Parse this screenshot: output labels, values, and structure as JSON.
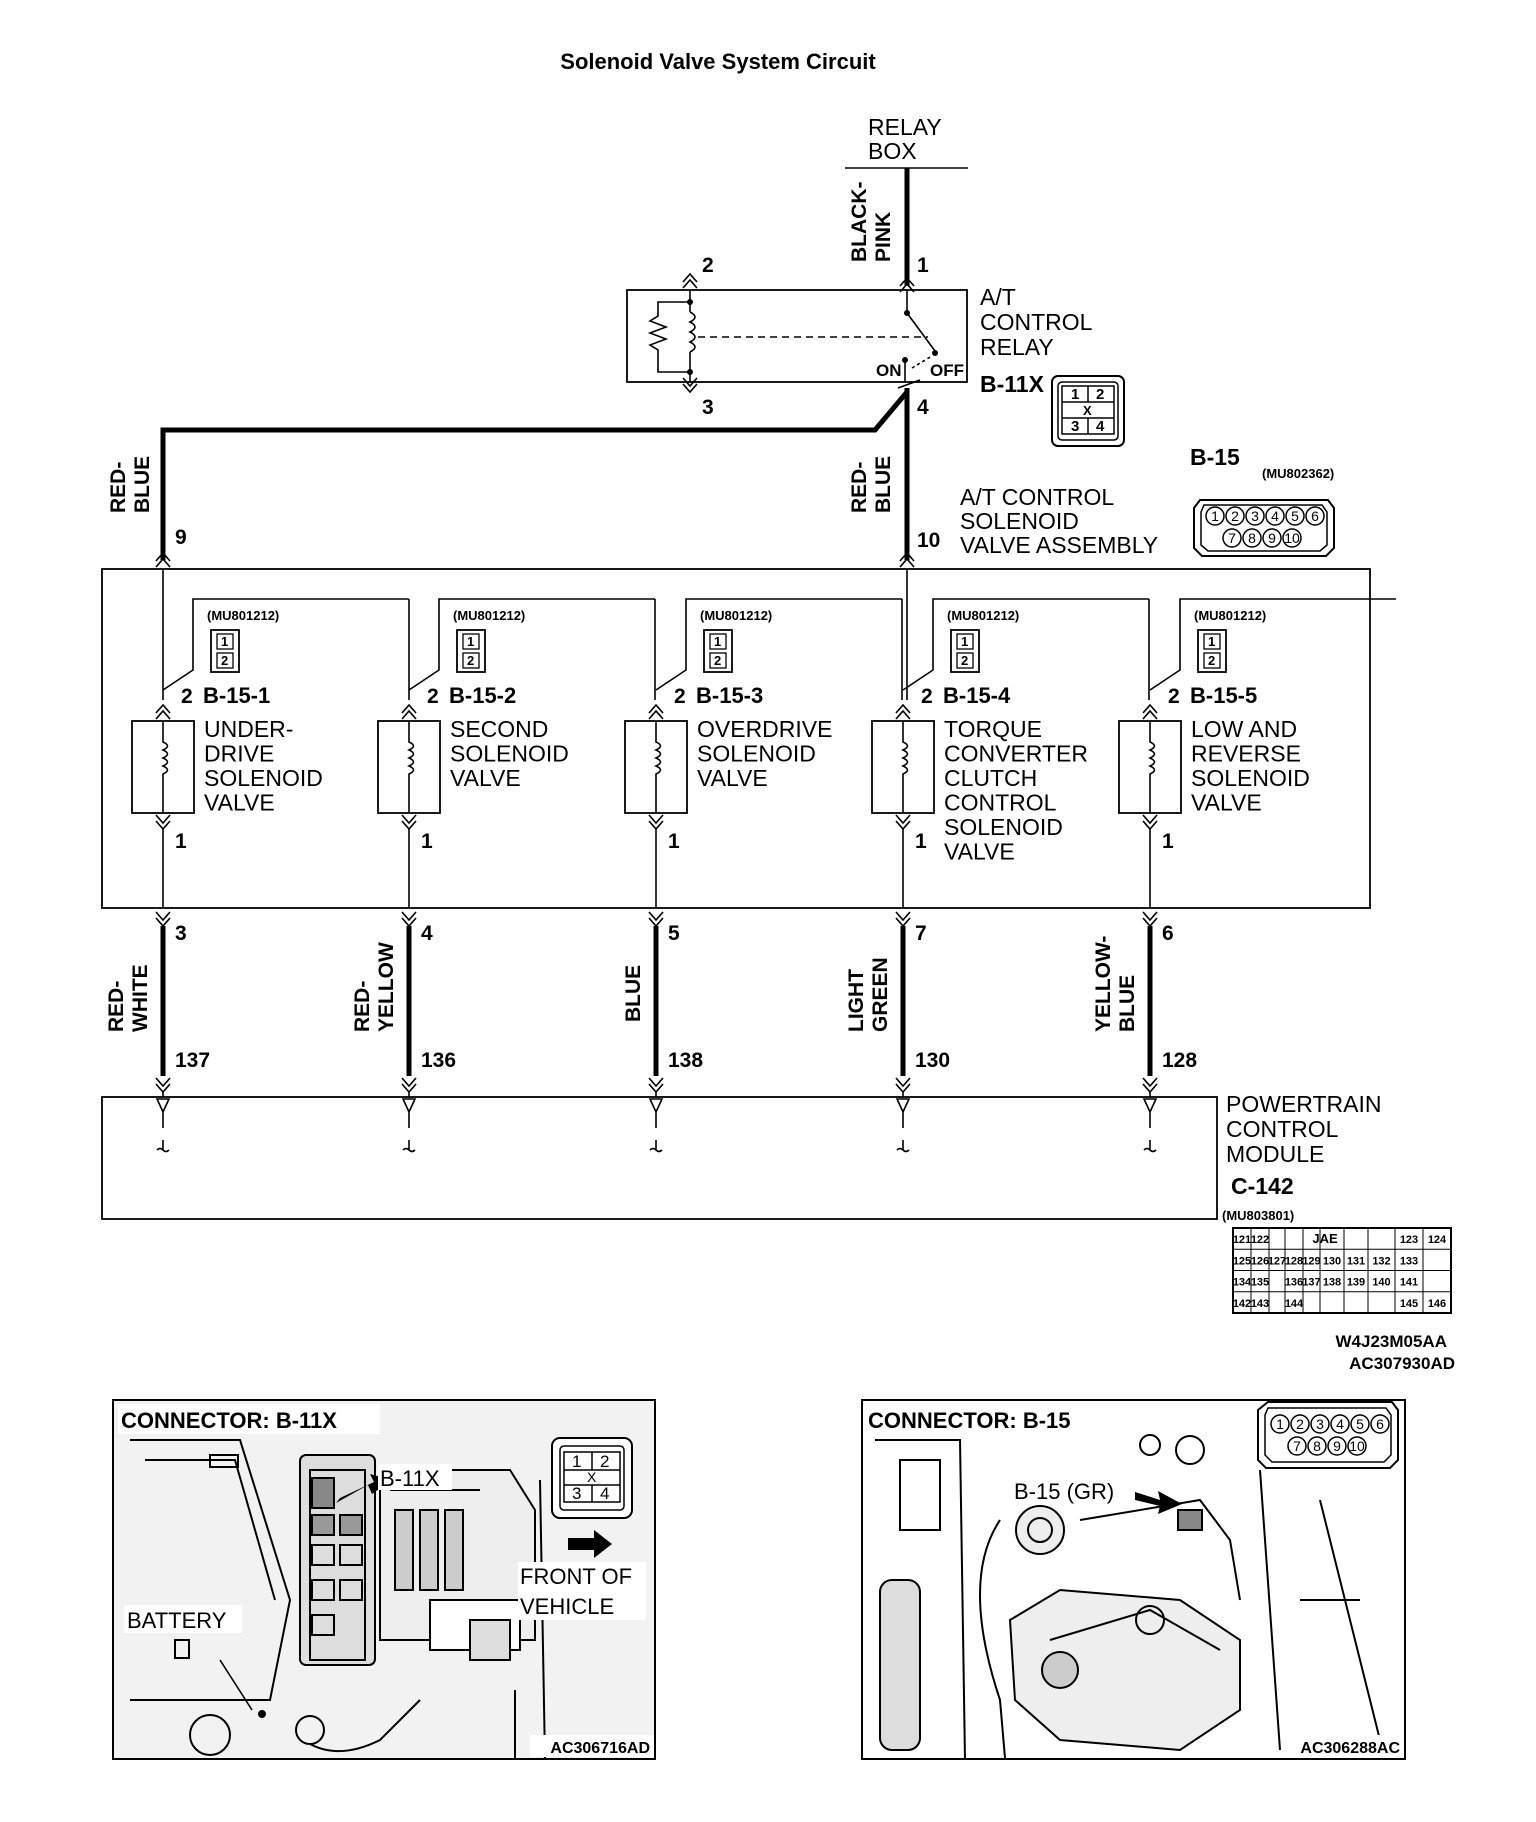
{
  "title": "Solenoid Valve System Circuit",
  "relay_box": {
    "line1": "RELAY",
    "line2": "BOX"
  },
  "relay": {
    "label_lines": [
      "A/T",
      "CONTROL",
      "RELAY"
    ],
    "connector": "B-11X",
    "pins": {
      "p1": "1",
      "p2": "2",
      "p3": "3",
      "p4": "4"
    },
    "switch_on": "ON",
    "switch_off": "OFF",
    "connector_cells": [
      "1",
      "2",
      "X",
      "3",
      "4"
    ]
  },
  "wires_top": [
    {
      "color_line1": "BLACK-",
      "color_line2": "PINK"
    },
    {
      "color_line1": "RED-",
      "color_line2": "BLUE",
      "pin": "9"
    },
    {
      "color_line1": "RED-",
      "color_line2": "BLUE",
      "pin": "10"
    }
  ],
  "solenoid_assembly": {
    "label_lines": [
      "A/T CONTROL",
      "SOLENOID",
      "VALVE ASSEMBLY"
    ],
    "connector": "B-15",
    "part_no": "(MU802362)",
    "pins_row1": [
      "1",
      "2",
      "3",
      "4",
      "5",
      "6"
    ],
    "pins_row2": [
      "7",
      "8",
      "9",
      "10"
    ]
  },
  "solenoids": [
    {
      "part_no": "(MU801212)",
      "pin2": "2",
      "connector": "B-15-1",
      "pin1": "1",
      "label_lines": [
        "UNDER-",
        "DRIVE",
        "SOLENOID",
        "VALVE"
      ],
      "out_pin": "3",
      "wire_color1": "RED-",
      "wire_color2": "WHITE",
      "pcm_pin": "137",
      "mini_pins": [
        "1",
        "2"
      ]
    },
    {
      "part_no": "(MU801212)",
      "pin2": "2",
      "connector": "B-15-2",
      "pin1": "1",
      "label_lines": [
        "SECOND",
        "SOLENOID",
        "VALVE"
      ],
      "out_pin": "4",
      "wire_color1": "RED-",
      "wire_color2": "YELLOW",
      "pcm_pin": "136",
      "mini_pins": [
        "1",
        "2"
      ]
    },
    {
      "part_no": "(MU801212)",
      "pin2": "2",
      "connector": "B-15-3",
      "pin1": "1",
      "label_lines": [
        "OVERDRIVE",
        "SOLENOID",
        "VALVE"
      ],
      "out_pin": "5",
      "wire_color1": "BLUE",
      "wire_color2": "",
      "pcm_pin": "138",
      "mini_pins": [
        "1",
        "2"
      ]
    },
    {
      "part_no": "(MU801212)",
      "pin2": "2",
      "connector": "B-15-4",
      "pin1": "1",
      "label_lines": [
        "TORQUE",
        "CONVERTER",
        "CLUTCH",
        "CONTROL",
        "SOLENOID",
        "VALVE"
      ],
      "out_pin": "7",
      "wire_color1": "LIGHT",
      "wire_color2": "GREEN",
      "pcm_pin": "130",
      "mini_pins": [
        "1",
        "2"
      ]
    },
    {
      "part_no": "(MU801212)",
      "pin2": "2",
      "connector": "B-15-5",
      "pin1": "1",
      "label_lines": [
        "LOW AND",
        "REVERSE",
        "SOLENOID",
        "VALVE"
      ],
      "out_pin": "6",
      "wire_color1": "YELLOW-",
      "wire_color2": "BLUE",
      "pcm_pin": "128",
      "mini_pins": [
        "1",
        "2"
      ]
    }
  ],
  "pcm": {
    "label_lines": [
      "POWERTRAIN",
      "CONTROL",
      "MODULE"
    ],
    "connector": "C-142",
    "part_no": "(MU803801)",
    "grid": [
      [
        "121",
        "122",
        "JAE",
        "123",
        "124"
      ],
      [
        "125",
        "126",
        "127",
        "128",
        "129",
        "130",
        "131",
        "132",
        "133"
      ],
      [
        "134",
        "135",
        "136",
        "137",
        "138",
        "139",
        "140",
        "141"
      ],
      [
        "142",
        "143",
        "144",
        "145",
        "146"
      ]
    ]
  },
  "codes": {
    "code1": "W4J23M05AA",
    "code2": "AC307930AD"
  },
  "panel_left": {
    "title": "CONNECTOR: B-11X",
    "callout": "B-11X",
    "battery": "BATTERY",
    "front_line1": "FRONT OF",
    "front_line2": "VEHICLE",
    "code": "AC306716AD",
    "connector_cells": [
      "1",
      "2",
      "X",
      "3",
      "4"
    ]
  },
  "panel_right": {
    "title": "CONNECTOR: B-15",
    "callout": "B-15 (GR)",
    "code": "AC306288AC",
    "pins_row1": [
      "1",
      "2",
      "3",
      "4",
      "5",
      "6"
    ],
    "pins_row2": [
      "7",
      "8",
      "9",
      "10"
    ]
  }
}
